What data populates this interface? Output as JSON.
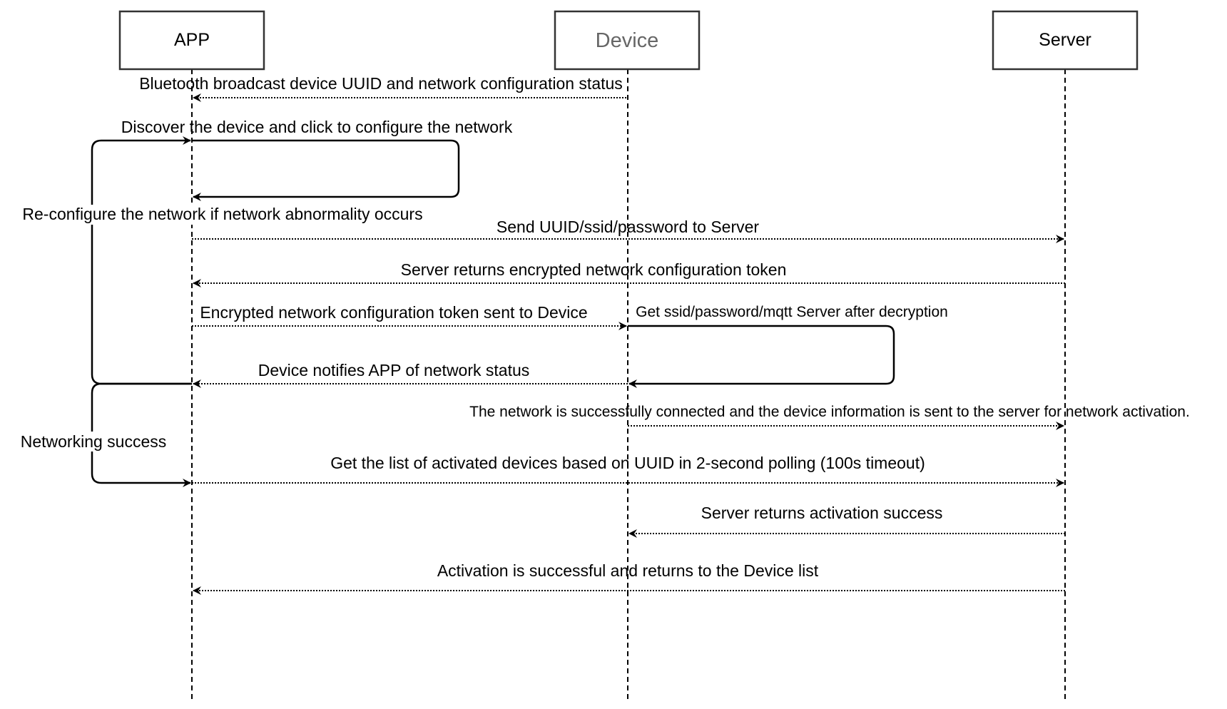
{
  "actors": [
    {
      "id": "app",
      "label": "APP"
    },
    {
      "id": "device",
      "label": "Device"
    },
    {
      "id": "server",
      "label": "Server"
    }
  ],
  "messages": [
    {
      "id": "m1",
      "text": "Bluetooth broadcast device UUID and network configuration status"
    },
    {
      "id": "m2",
      "text": "Discover the device and click to configure the network"
    },
    {
      "id": "m3",
      "text": "Re-configure the network if network abnormality occurs"
    },
    {
      "id": "m4",
      "text": "Send UUID/ssid/password to Server"
    },
    {
      "id": "m5",
      "text": "Server returns encrypted network configuration token"
    },
    {
      "id": "m6",
      "text": "Encrypted network configuration token sent to Device"
    },
    {
      "id": "m7",
      "text": "Get ssid/password/mqtt Server after decryption"
    },
    {
      "id": "m8",
      "text": "Device notifies APP of network status"
    },
    {
      "id": "m9",
      "text": "The network is successfully connected and the device information is sent to the server for network activation."
    },
    {
      "id": "m10",
      "text": "Networking success"
    },
    {
      "id": "m11",
      "text": "Get the list of activated devices based on UUID in 2-second polling (100s timeout)"
    },
    {
      "id": "m12",
      "text": "Server returns activation success"
    },
    {
      "id": "m13",
      "text": "Activation is successful and returns to the Device list"
    }
  ]
}
